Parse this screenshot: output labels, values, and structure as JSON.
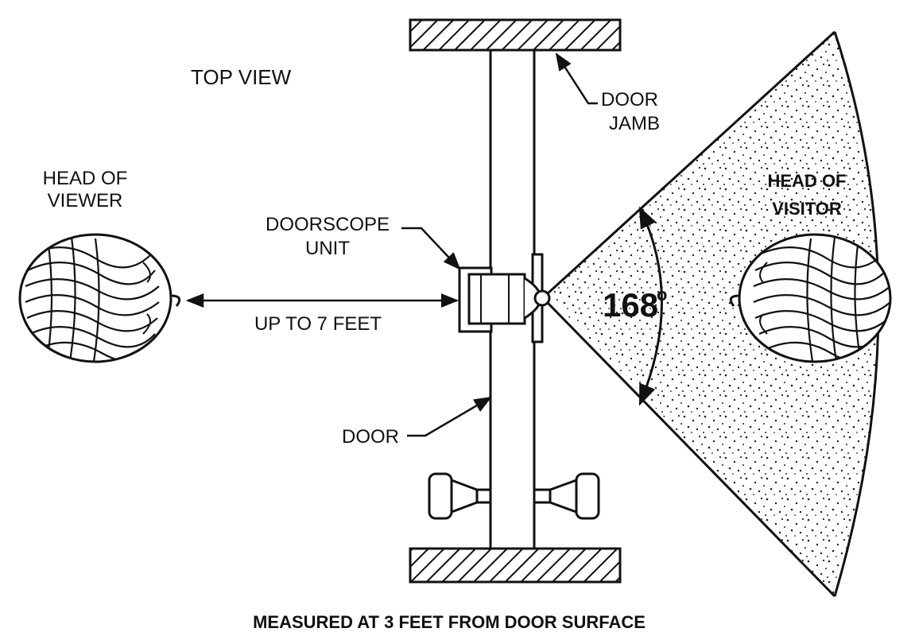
{
  "diagram": {
    "title": "TOP VIEW",
    "labels": {
      "head_of_viewer": [
        "HEAD OF",
        "VIEWER"
      ],
      "head_of_visitor": [
        "HEAD OF",
        "VISITOR"
      ],
      "door_jamb": [
        "DOOR",
        "JAMB"
      ],
      "doorscope_unit": [
        "DOORSCOPE",
        "UNIT"
      ],
      "distance": "UP TO 7 FEET",
      "door": "DOOR",
      "angle_value": "168",
      "angle_unit": "o"
    },
    "footer": "MEASURED AT 3 FEET FROM DOOR SURFACE"
  },
  "colors": {
    "ink": "#111111",
    "paper": "#ffffff"
  }
}
